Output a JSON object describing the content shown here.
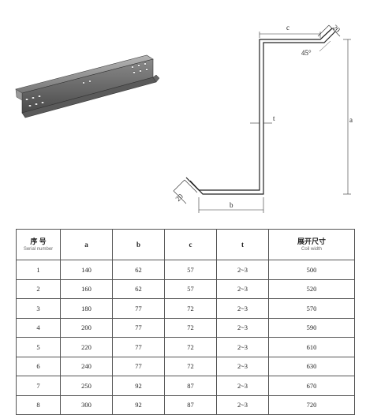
{
  "drawing": {
    "labels": {
      "a": "a",
      "b": "b",
      "c": "c",
      "t": "t",
      "lip_top": "20",
      "lip_bottom": "20",
      "angle": "45°"
    }
  },
  "table": {
    "headers": [
      {
        "main": "序 号",
        "sub": "Serial number"
      },
      {
        "main": "a",
        "sub": ""
      },
      {
        "main": "b",
        "sub": ""
      },
      {
        "main": "c",
        "sub": ""
      },
      {
        "main": "t",
        "sub": ""
      },
      {
        "main": "展开尺寸",
        "sub": "Coil width"
      }
    ],
    "rows": [
      [
        "1",
        "140",
        "62",
        "57",
        "2~3",
        "500"
      ],
      [
        "2",
        "160",
        "62",
        "57",
        "2~3",
        "520"
      ],
      [
        "3",
        "180",
        "77",
        "72",
        "2~3",
        "570"
      ],
      [
        "4",
        "200",
        "77",
        "72",
        "2~3",
        "590"
      ],
      [
        "5",
        "220",
        "77",
        "72",
        "2~3",
        "610"
      ],
      [
        "6",
        "240",
        "77",
        "72",
        "2~3",
        "630"
      ],
      [
        "7",
        "250",
        "92",
        "87",
        "2~3",
        "670"
      ],
      [
        "8",
        "300",
        "92",
        "87",
        "2~3",
        "720"
      ]
    ]
  }
}
